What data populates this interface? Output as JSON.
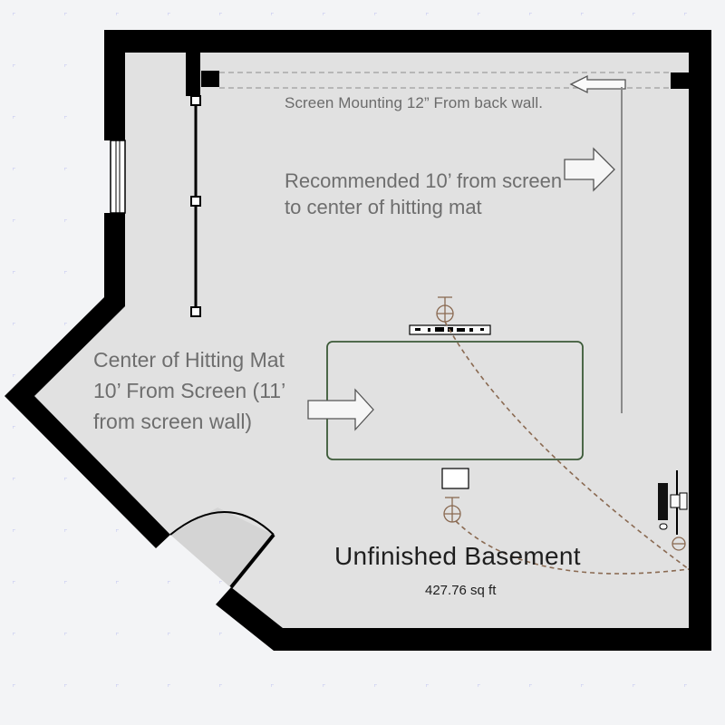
{
  "room": {
    "name": "Unfinished Basement",
    "area": "427.76 sq ft"
  },
  "notes": {
    "screen_mount": "Screen Mounting 12” From back wall.",
    "recommended_line1": "Recommended 10’ from screen",
    "recommended_line2": "to center of hitting mat",
    "mat_line1": "Center of Hitting Mat",
    "mat_line2": "10’ From Screen (11’",
    "mat_line3": "from screen wall)"
  },
  "colors": {
    "background": "#f3f4f6",
    "floor": "#e1e1e1",
    "wall": "#000000",
    "grid_dot": "#b9bdf0",
    "mat_outline": "#3c5a38",
    "fixture": "#8a6a52",
    "swing_arc": "#8a6a52",
    "annotation_text": "#6e6e6e",
    "room_label": "#1e1e1e"
  },
  "icons": [
    "ceiling-light-icon",
    "projector-icon",
    "desk-icon",
    "computer-icon",
    "door-swing-icon",
    "window-icon",
    "arrow-right-icon",
    "arrow-left-icon"
  ]
}
